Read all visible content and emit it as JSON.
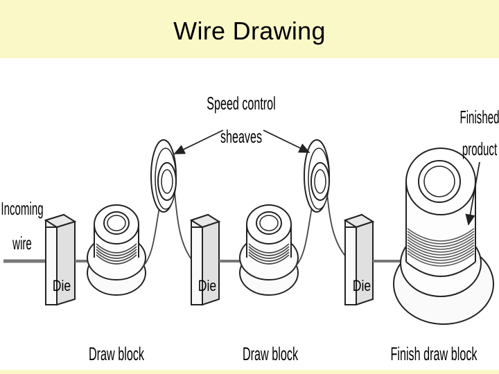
{
  "slide": {
    "title": "Wire Drawing"
  },
  "diagram": {
    "labels": {
      "speed_control_1": "Speed control",
      "speed_control_2": "sheaves",
      "finished_1": "Finished",
      "finished_2": "product",
      "incoming_1": "Incoming",
      "incoming_2": "wire",
      "die": "Die",
      "draw_block": "Draw block",
      "finish_draw_block": "Finish draw block"
    }
  }
}
